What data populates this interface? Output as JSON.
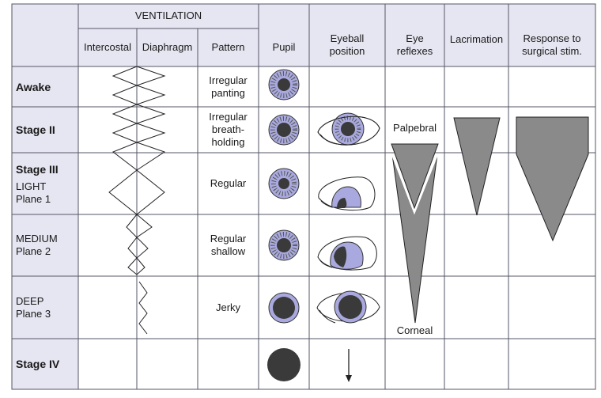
{
  "header": {
    "ventilation": "VENTILATION",
    "intercostal": "Intercostal",
    "diaphragm": "Diaphragm",
    "pattern": "Pattern",
    "pupil": "Pupil",
    "eyeball_line1": "Eyeball",
    "eyeball_line2": "position",
    "eye_reflexes_line1": "Eye",
    "eye_reflexes_line2": "reflexes",
    "lacrimation": "Lacrimation",
    "response_line1": "Response to",
    "response_line2": "surgical stim."
  },
  "rows": {
    "awake": {
      "stage": "Awake",
      "pattern_line1": "Irregular",
      "pattern_line2": "panting"
    },
    "stage2": {
      "stage": "Stage II",
      "pattern_line1": "Irregular",
      "pattern_line2": "breath-",
      "pattern_line3": "holding"
    },
    "stage3": {
      "stage": "Stage III",
      "sub_line1": "LIGHT",
      "sub_line2": "Plane 1",
      "pattern": "Regular"
    },
    "medium": {
      "line1": "MEDIUM",
      "line2": "Plane 2",
      "pattern_line1": "Regular",
      "pattern_line2": "shallow"
    },
    "deep": {
      "line1": "DEEP",
      "line2": "Plane 3",
      "pattern": "Jerky"
    },
    "stage4": {
      "stage": "Stage IV"
    }
  },
  "reflex_labels": {
    "palpebral": "Palpebral",
    "corneal": "Corneal"
  },
  "colors": {
    "header_fill": "#e6e6f2",
    "grid": "#555566",
    "iris": "#a9a9df",
    "pupil": "#3a3a3a",
    "triangle": "#8a8a8a"
  },
  "icons": {
    "pupil": "pupil-icon",
    "eyeball": "eyeball-position-icon",
    "arrow": "arrow-down-icon"
  }
}
